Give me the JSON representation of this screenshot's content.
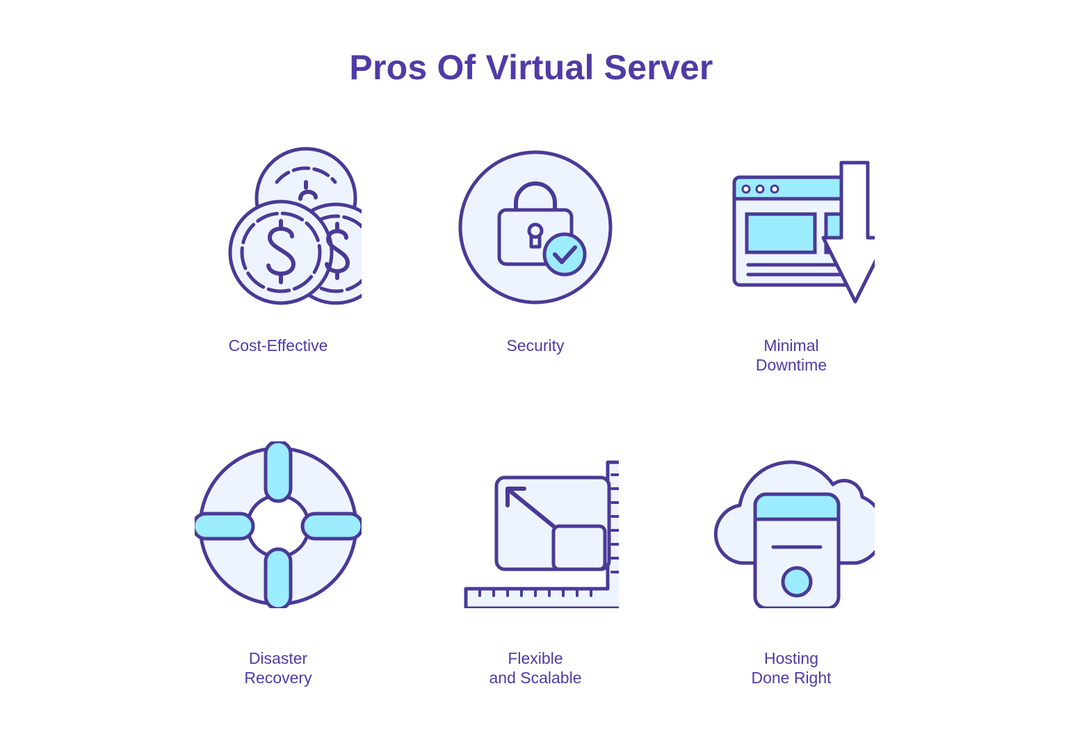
{
  "page": {
    "title": "Pros Of Virtual Server"
  },
  "colors": {
    "title": "#4f3ba6",
    "stroke": "#4a3a96",
    "light_fill": "#eef4ff",
    "accent_fill": "#9cecff",
    "background": "#ffffff"
  },
  "benefits": [
    {
      "icon": "coins-icon",
      "label_lines": [
        "Cost-Effective"
      ]
    },
    {
      "icon": "padlock-check-icon",
      "label_lines": [
        "Security"
      ]
    },
    {
      "icon": "browser-download-icon",
      "label_lines": [
        "Minimal",
        "Downtime"
      ]
    },
    {
      "icon": "lifebuoy-icon",
      "label_lines": [
        "Disaster",
        "Recovery"
      ]
    },
    {
      "icon": "resize-ruler-icon",
      "label_lines": [
        "Flexible",
        "and Scalable"
      ]
    },
    {
      "icon": "cloud-server-icon",
      "label_lines": [
        "Hosting",
        "Done Right"
      ]
    }
  ]
}
